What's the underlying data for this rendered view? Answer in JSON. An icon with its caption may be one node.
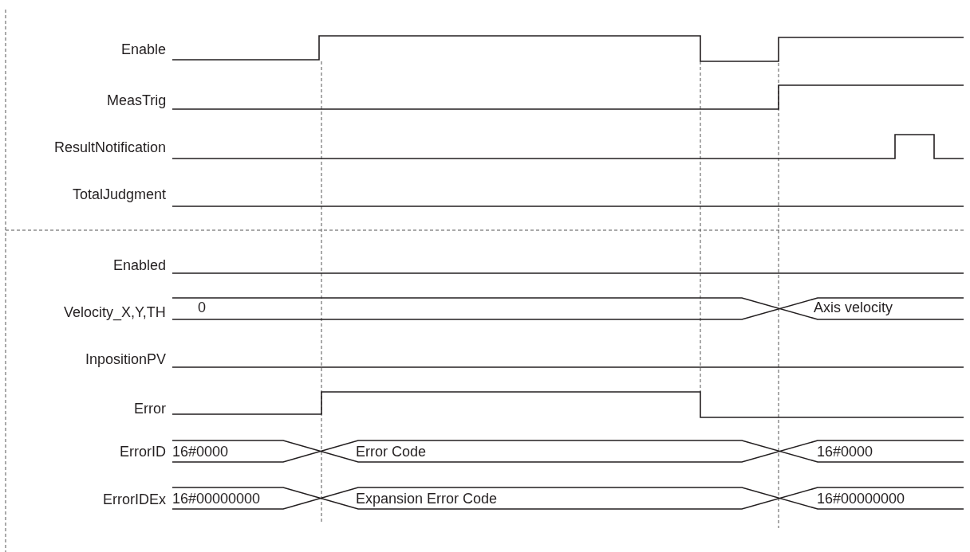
{
  "diagram": {
    "labels": [
      "Enable",
      "MeasTrig",
      "ResultNotification",
      "TotalJudgment",
      "Enabled",
      "Velocity_X,Y,TH",
      "0",
      "Axis velocity",
      "InpositionPV",
      "Error",
      "ErrorID",
      "16#0000",
      "Error Code",
      "16#0000",
      "ErrorIDEx",
      "16#00000000",
      "Expansion Error Code",
      "16#00000000"
    ]
  }
}
